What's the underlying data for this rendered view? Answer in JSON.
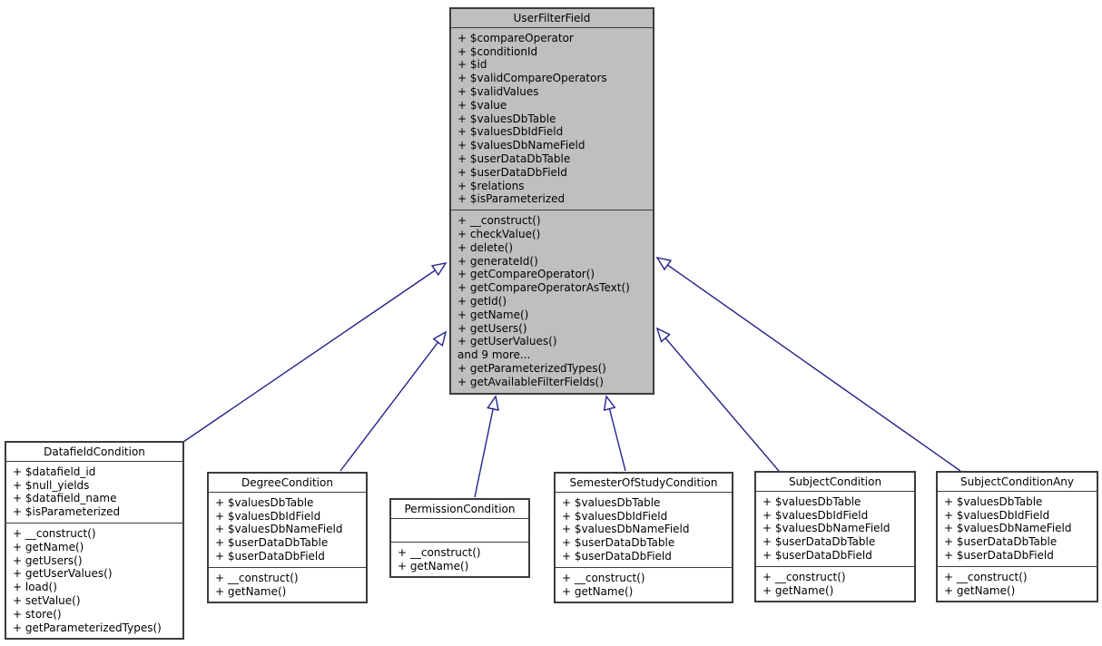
{
  "diagram": {
    "type": "uml-class-inheritance-diagram",
    "edge_color": "#22228c",
    "parent_fill": "#bfbfbf",
    "child_fill": "#ffffff",
    "border_color": "#3c3c3c"
  },
  "classes": {
    "userFilterField": {
      "name": "UserFilterField",
      "attributes": [
        "+ $compareOperator",
        "+ $conditionId",
        "+ $id",
        "+ $validCompareOperators",
        "+ $validValues",
        "+ $value",
        "+ $valuesDbTable",
        "+ $valuesDbIdField",
        "+ $valuesDbNameField",
        "+ $userDataDbTable",
        "+ $userDataDbField",
        "+ $relations",
        "+ $isParameterized"
      ],
      "methods": [
        "+ __construct()",
        "+ checkValue()",
        "+ delete()",
        "+ generateId()",
        "+ getCompareOperator()",
        "+ getCompareOperatorAsText()",
        "+ getId()",
        "+ getName()",
        "+ getUsers()",
        "+ getUserValues()",
        "and 9 more...",
        "+ getParameterizedTypes()",
        "+ getAvailableFilterFields()"
      ]
    },
    "datafieldCondition": {
      "name": "DatafieldCondition",
      "attributes": [
        "+ $datafield_id",
        "+ $null_yields",
        "+ $datafield_name",
        "+ $isParameterized"
      ],
      "methods": [
        "+ __construct()",
        "+ getName()",
        "+ getUsers()",
        "+ getUserValues()",
        "+ load()",
        "+ setValue()",
        "+ store()",
        "+ getParameterizedTypes()"
      ]
    },
    "degreeCondition": {
      "name": "DegreeCondition",
      "attributes": [
        "+ $valuesDbTable",
        "+ $valuesDbIdField",
        "+ $valuesDbNameField",
        "+ $userDataDbTable",
        "+ $userDataDbField"
      ],
      "methods": [
        "+ __construct()",
        "+ getName()"
      ]
    },
    "permissionCondition": {
      "name": "PermissionCondition",
      "attributes": [],
      "methods": [
        "+ __construct()",
        "+ getName()"
      ]
    },
    "semesterOfStudyCondition": {
      "name": "SemesterOfStudyCondition",
      "attributes": [
        "+ $valuesDbTable",
        "+ $valuesDbIdField",
        "+ $valuesDbNameField",
        "+ $userDataDbTable",
        "+ $userDataDbField"
      ],
      "methods": [
        "+ __construct()",
        "+ getName()"
      ]
    },
    "subjectCondition": {
      "name": "SubjectCondition",
      "attributes": [
        "+ $valuesDbTable",
        "+ $valuesDbIdField",
        "+ $valuesDbNameField",
        "+ $userDataDbTable",
        "+ $userDataDbField"
      ],
      "methods": [
        "+ __construct()",
        "+ getName()"
      ]
    },
    "subjectConditionAny": {
      "name": "SubjectConditionAny",
      "attributes": [
        "+ $valuesDbTable",
        "+ $valuesDbIdField",
        "+ $valuesDbNameField",
        "+ $userDataDbTable",
        "+ $userDataDbField"
      ],
      "methods": [
        "+ __construct()",
        "+ getName()"
      ]
    }
  },
  "edges": [
    {
      "from": "DatafieldCondition",
      "to": "UserFilterField",
      "type": "inheritance"
    },
    {
      "from": "DegreeCondition",
      "to": "UserFilterField",
      "type": "inheritance"
    },
    {
      "from": "PermissionCondition",
      "to": "UserFilterField",
      "type": "inheritance"
    },
    {
      "from": "SemesterOfStudyCondition",
      "to": "UserFilterField",
      "type": "inheritance"
    },
    {
      "from": "SubjectCondition",
      "to": "UserFilterField",
      "type": "inheritance"
    },
    {
      "from": "SubjectConditionAny",
      "to": "UserFilterField",
      "type": "inheritance"
    }
  ]
}
